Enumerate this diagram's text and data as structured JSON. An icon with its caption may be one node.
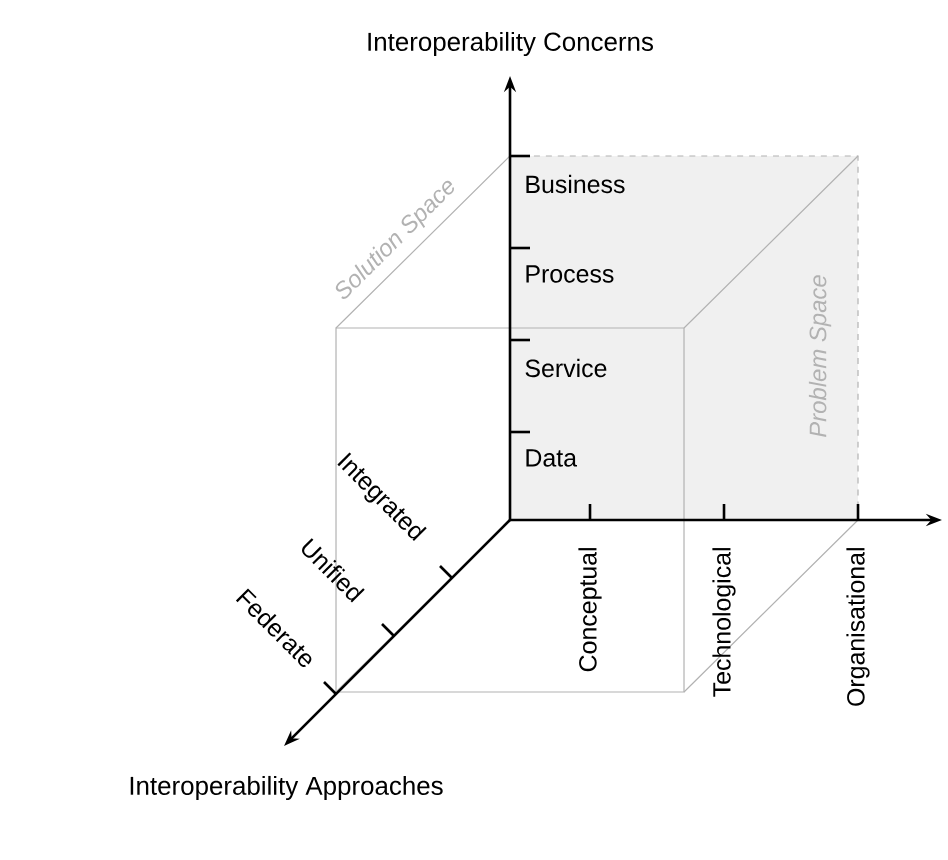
{
  "diagram": {
    "labels": [
      "Interoperability Concerns",
      "Solution Space",
      "Business",
      "Process",
      "Problem Space",
      "Service",
      "Data",
      "Integrated",
      "Unified",
      "Federate",
      "Conceptual",
      "Technological",
      "Organisational",
      "Interoperability Approaches"
    ]
  }
}
